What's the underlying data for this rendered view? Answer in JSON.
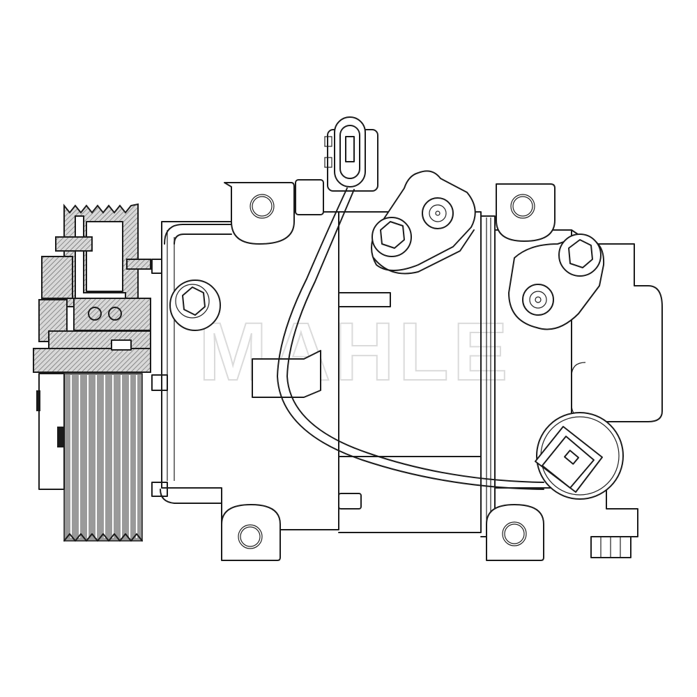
{
  "diagram": {
    "subject": "AC compressor technical line drawing (side view)",
    "watermark": "MAHLE",
    "colors": {
      "line": "#1a1a1a",
      "background": "#ffffff",
      "hatch_fill": "#bdbdbd",
      "pulley_grooves": "#9a9a9a",
      "watermark": "#d4d4d4"
    },
    "components": [
      {
        "id": "pulley",
        "label": "pulley-section"
      },
      {
        "id": "clutch",
        "label": "clutch-bearing-section"
      },
      {
        "id": "body",
        "label": "compressor-body"
      },
      {
        "id": "electrical-connector-top",
        "label": "top-connector"
      },
      {
        "id": "wire-harness",
        "label": "wire"
      },
      {
        "id": "service-port-1",
        "label": "port-fitting-left"
      },
      {
        "id": "service-port-2",
        "label": "port-fitting-right"
      },
      {
        "id": "control-valve-connector",
        "label": "bottom-right-connector"
      },
      {
        "id": "mounting-ears",
        "count": 4
      }
    ]
  }
}
